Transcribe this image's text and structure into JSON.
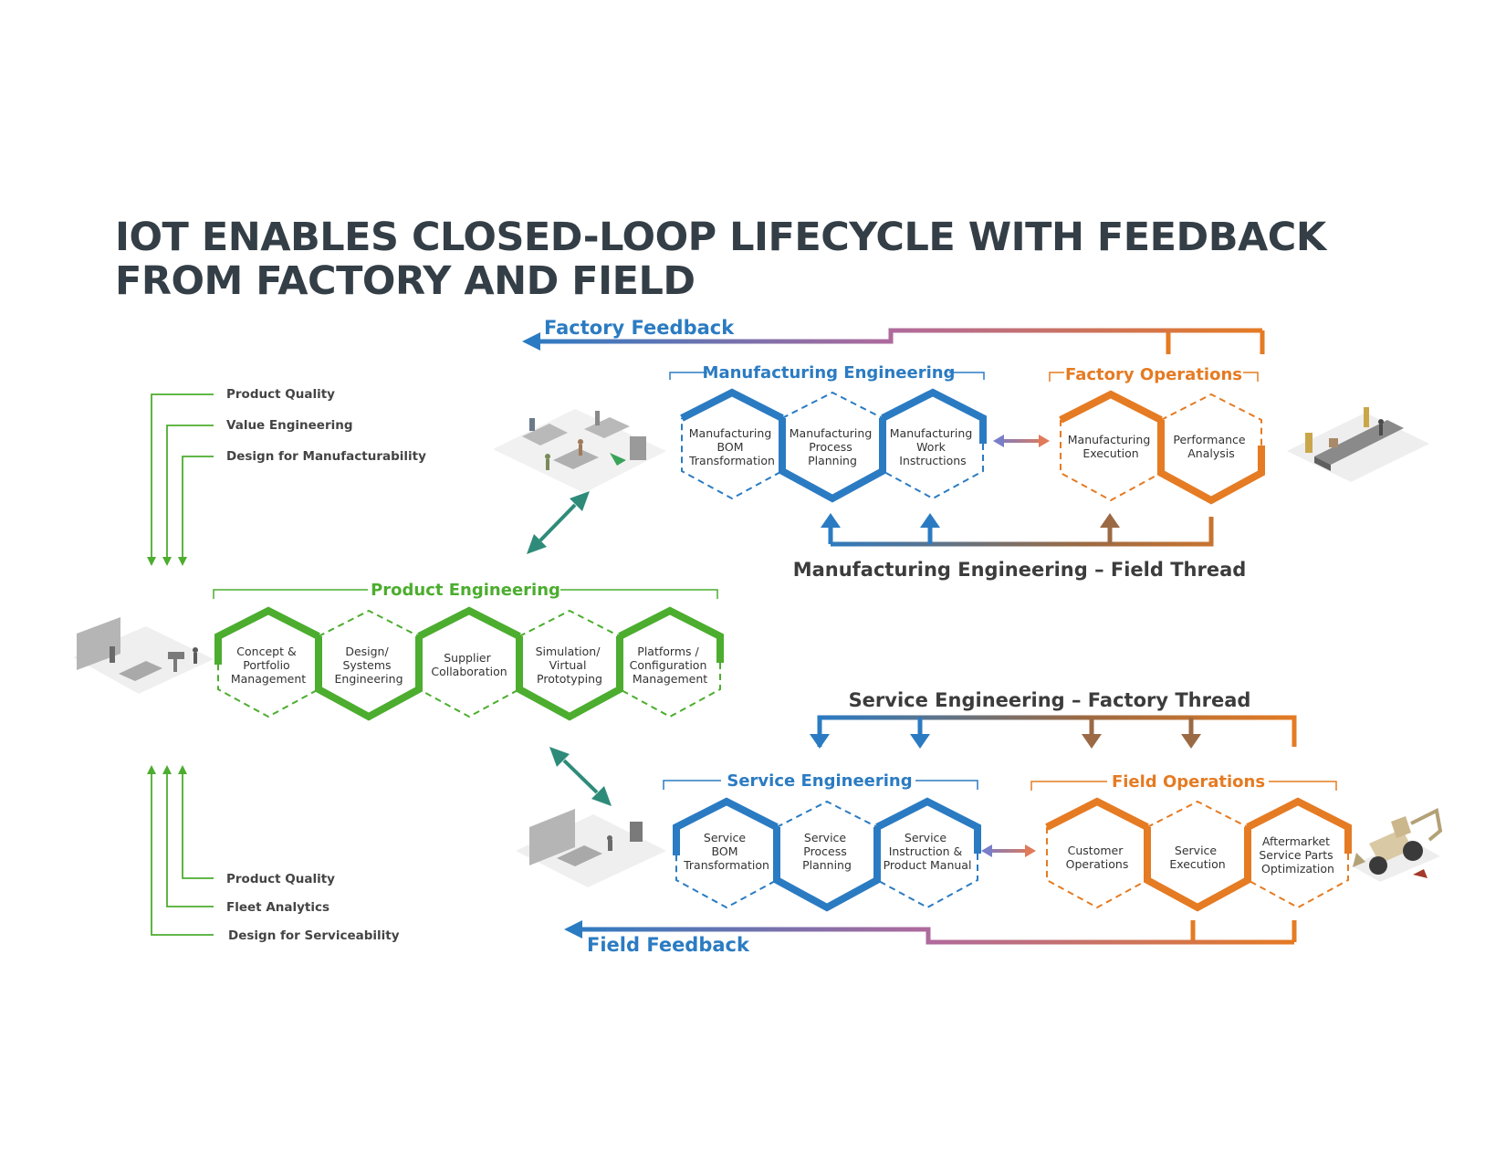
{
  "title": {
    "line1": "IOT ENABLES CLOSED-LOOP LIFECYCLE WITH FEEDBACK",
    "line2": "FROM FACTORY AND FIELD"
  },
  "colors": {
    "blue": "#2b7bc2",
    "orange": "#e57b23",
    "green": "#4cad2f",
    "title": "#343e46",
    "text": "#333333",
    "brown": "#9b6a44",
    "teal": "#2e8b7a"
  },
  "flows": {
    "factory_feedback": "Factory Feedback",
    "field_feedback": "Field Feedback",
    "mfg_field_thread": "Manufacturing Engineering – Field Thread",
    "svc_factory_thread": "Service Engineering – Factory Thread"
  },
  "groups": {
    "manufacturing_engineering": {
      "label": "Manufacturing Engineering",
      "items": [
        [
          "Manufacturing",
          "BOM",
          "Transformation"
        ],
        [
          "Manufacturing",
          "Process",
          "Planning"
        ],
        [
          "Manufacturing",
          "Work",
          "Instructions"
        ]
      ]
    },
    "factory_operations": {
      "label": "Factory Operations",
      "items": [
        [
          "Manufacturing",
          "Execution"
        ],
        [
          "Performance",
          "Analysis"
        ]
      ]
    },
    "product_engineering": {
      "label": "Product Engineering",
      "items": [
        [
          "Concept &",
          "Portfolio",
          "Management"
        ],
        [
          "Design/",
          "Systems",
          "Engineering"
        ],
        [
          "Supplier",
          "Collaboration"
        ],
        [
          "Simulation/",
          "Virtual",
          "Prototyping"
        ],
        [
          "Platforms /",
          "Configuration",
          "Management"
        ]
      ]
    },
    "service_engineering": {
      "label": "Service Engineering",
      "items": [
        [
          "Service",
          "BOM",
          "Transformation"
        ],
        [
          "Service",
          "Process",
          "Planning"
        ],
        [
          "Service",
          "Instruction &",
          "Product Manual"
        ]
      ]
    },
    "field_operations": {
      "label": "Field Operations",
      "items": [
        [
          "Customer",
          "Operations"
        ],
        [
          "Service",
          "Execution"
        ],
        [
          "Aftermarket",
          "Service Parts",
          "Optimization"
        ]
      ]
    }
  },
  "feedback_top": [
    "Product Quality",
    "Value Engineering",
    "Design for Manufacturability"
  ],
  "feedback_bottom": [
    "Product Quality",
    "Fleet Analytics",
    "Design for Serviceability"
  ]
}
